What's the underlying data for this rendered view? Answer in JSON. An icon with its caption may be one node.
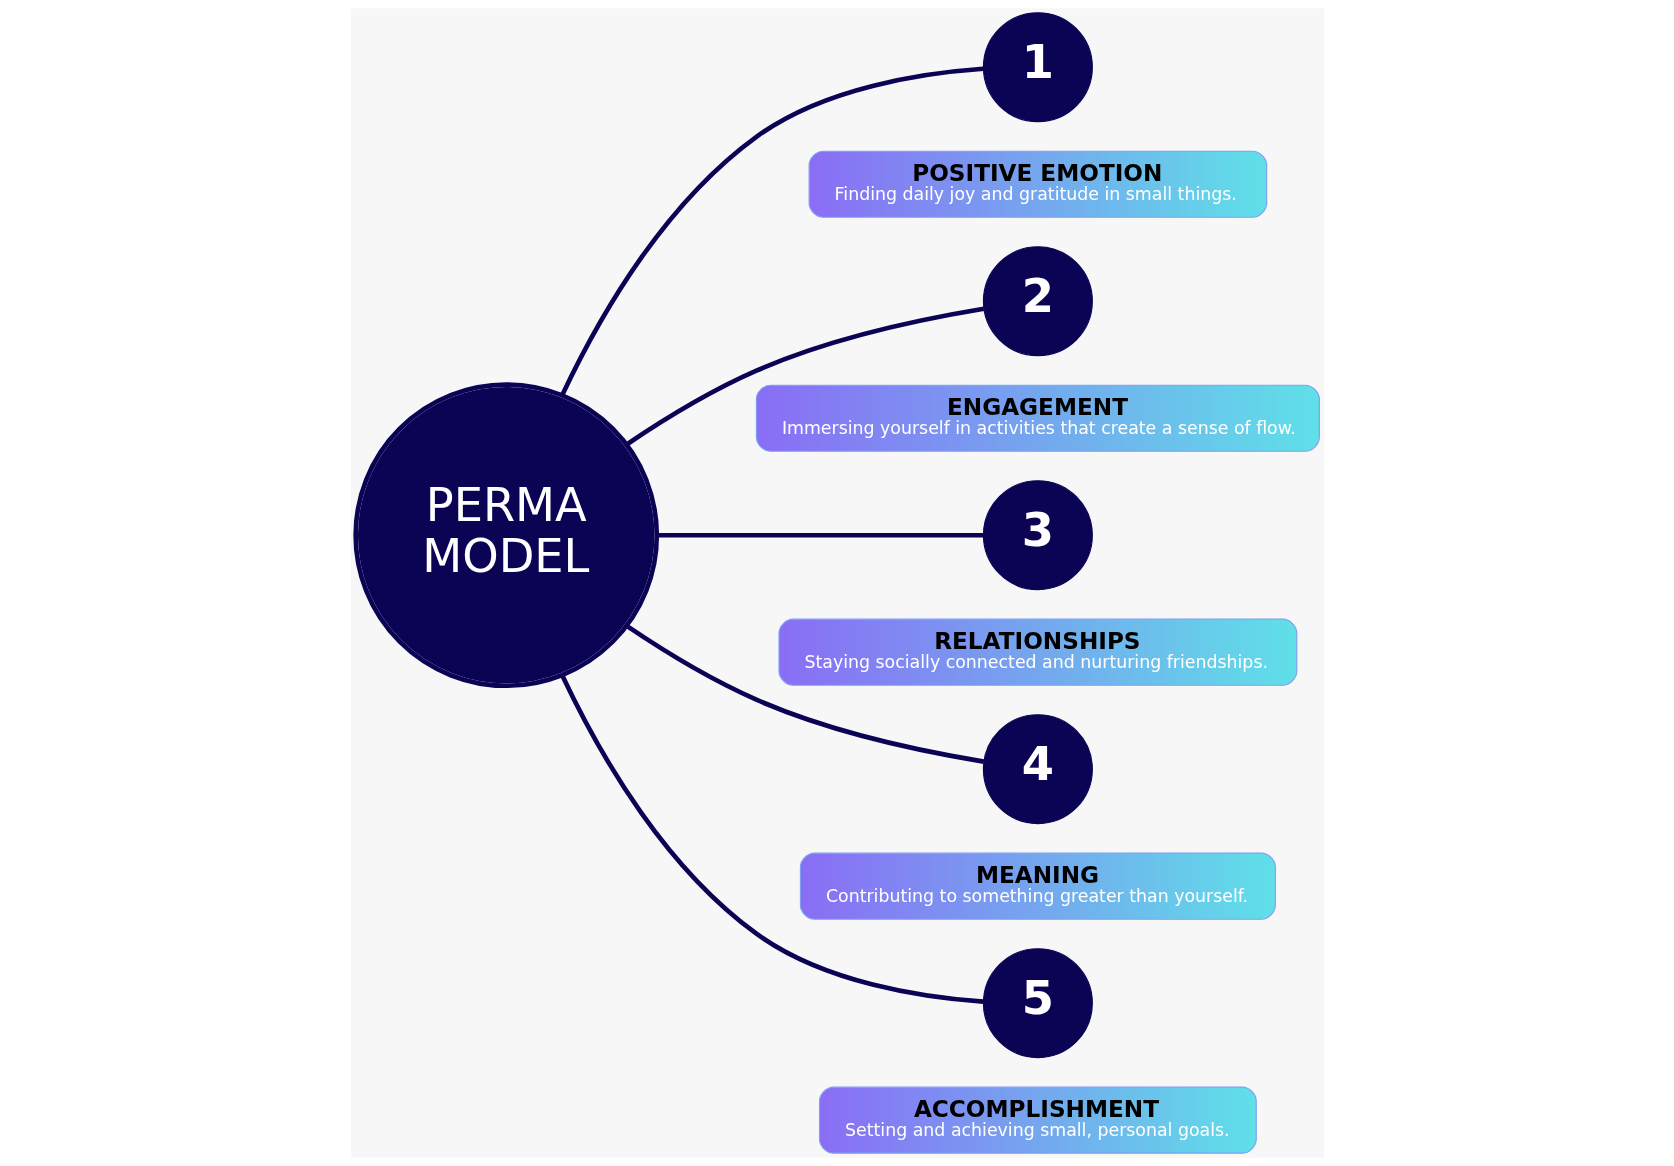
{
  "diagram": {
    "nodes": [
      {
        "text": [
          "PERMA MODEL"
        ]
      },
      {
        "text": [
          "1"
        ]
      },
      {
        "text": [
          "POSITIVE EMOTION",
          "Finding daily joy and gratitude in small things."
        ]
      },
      {
        "text": [
          "2"
        ]
      },
      {
        "text": [
          "ENGAGEMENT",
          "Immersing yourself in activities that create a sense of flow."
        ]
      },
      {
        "text": [
          "3"
        ]
      },
      {
        "text": [
          "RELATIONSHIPS",
          "Staying socially connected and nurturing friendships."
        ]
      },
      {
        "text": [
          "4"
        ]
      },
      {
        "text": [
          "MEANING",
          "Contributing to something greater than yourself."
        ]
      },
      {
        "text": [
          "5"
        ]
      },
      {
        "text": [
          "ACCOMPLISHMENT",
          "Setting and achieving small, personal goals."
        ]
      }
    ],
    "edges": [
      {
        "from": 0,
        "to": 1,
        "arrow": "none"
      },
      {
        "from": 0,
        "to": 3,
        "arrow": "none"
      },
      {
        "from": 0,
        "to": 5,
        "arrow": "none"
      },
      {
        "from": 0,
        "to": 7,
        "arrow": "none"
      },
      {
        "from": 0,
        "to": 9,
        "arrow": "none"
      }
    ]
  }
}
